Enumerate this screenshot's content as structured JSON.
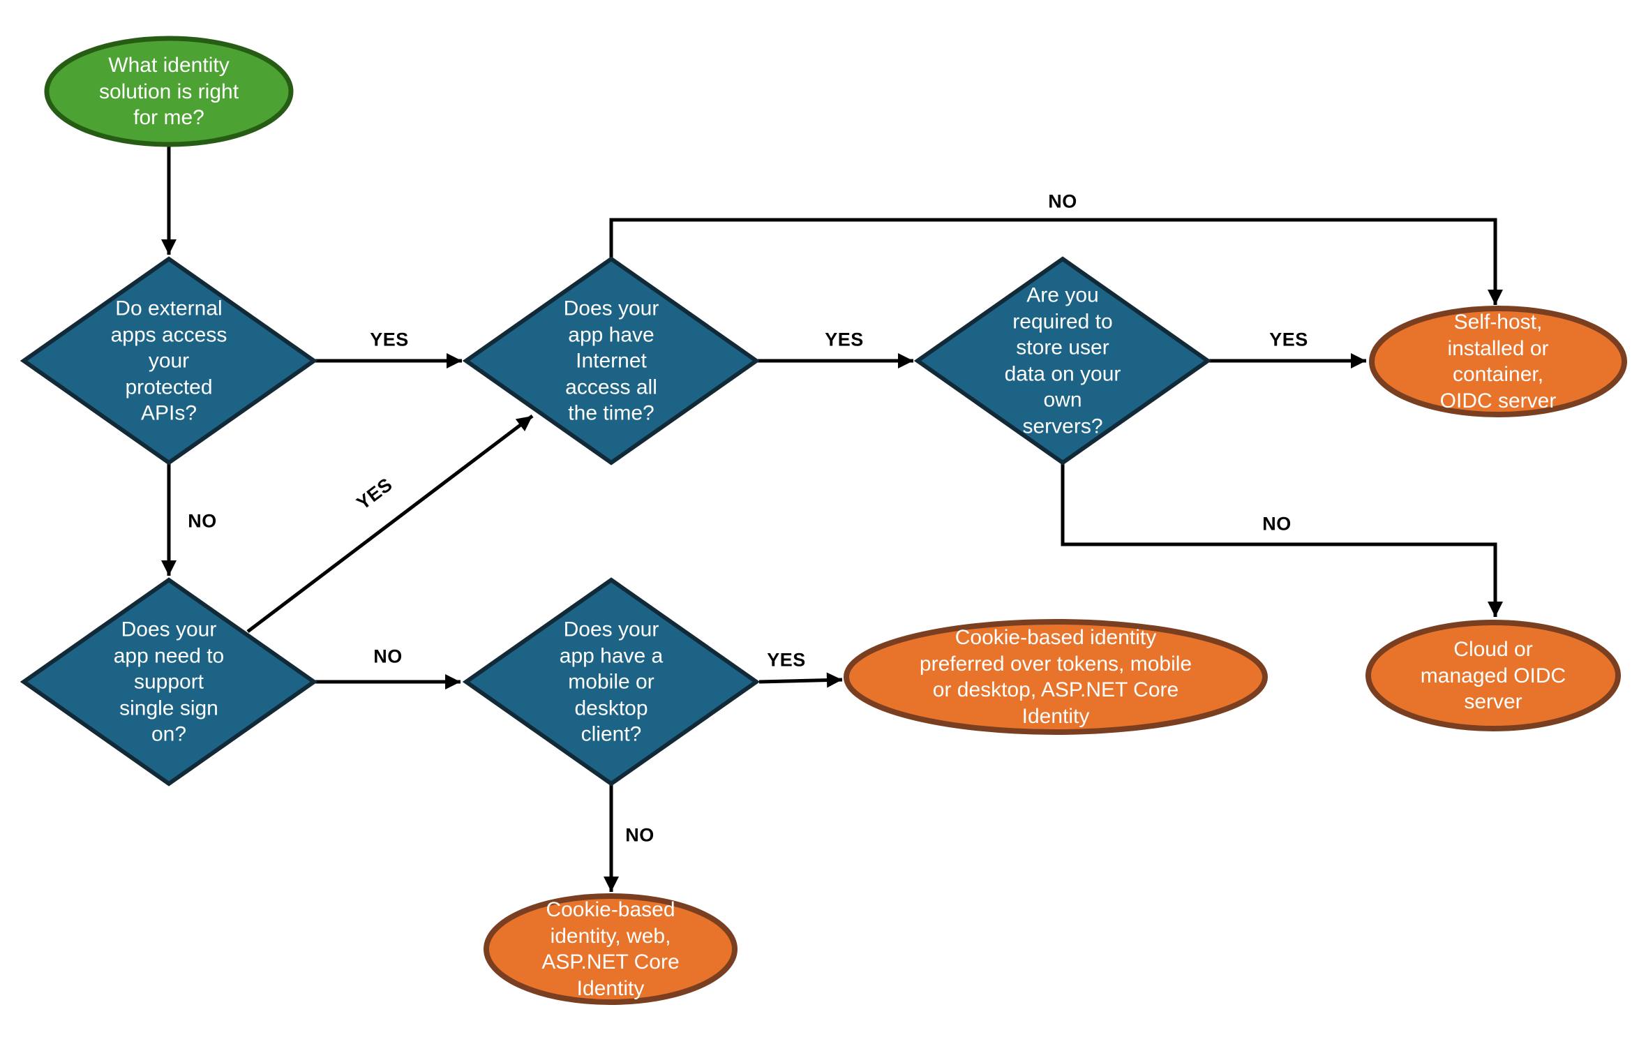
{
  "colors": {
    "question-fill": "#1D6385",
    "question-border": "#122A38",
    "result-fill": "#E8742C",
    "result-border": "#7A3F20",
    "start-fill": "#4CA333",
    "start-border": "#275C15",
    "edge-line": "#000000",
    "node-text": "#FFFFFF",
    "label-text": "#000000"
  },
  "nodes": {
    "start": {
      "label": "What identity\nsolution is right\nfor me?"
    },
    "external_apis": {
      "label": "Do external\napps access\nyour\nprotected\nAPIs?"
    },
    "internet_access": {
      "label": "Does your\napp have\nInternet\naccess all\nthe time?"
    },
    "store_user_data": {
      "label": "Are you\nrequired to\nstore user\ndata on your\nown\nservers?"
    },
    "single_sign_on": {
      "label": "Does your\napp need to\nsupport\nsingle sign\non?"
    },
    "mobile_desktop": {
      "label": "Does your\napp have a\nmobile or\ndesktop\nclient?"
    },
    "self_host": {
      "label": "Self-host,\ninstalled or\ncontainer,\nOIDC server"
    },
    "cloud_managed": {
      "label": "Cloud or\nmanaged OIDC\nserver"
    },
    "cookie_mobile": {
      "label": "Cookie-based identity\npreferred over tokens, mobile\nor desktop, ASP.NET Core\nIdentity"
    },
    "cookie_web": {
      "label": "Cookie-based\nidentity, web,\nASP.NET Core\nIdentity"
    }
  },
  "edges": {
    "external_yes": {
      "label": "YES"
    },
    "external_no": {
      "label": "NO"
    },
    "internet_yes": {
      "label": "YES"
    },
    "internet_no": {
      "label": "NO"
    },
    "store_yes": {
      "label": "YES"
    },
    "store_no": {
      "label": "NO"
    },
    "sso_yes": {
      "label": "YES"
    },
    "sso_no": {
      "label": "NO"
    },
    "mobile_yes": {
      "label": "YES"
    },
    "mobile_no": {
      "label": "NO"
    }
  }
}
